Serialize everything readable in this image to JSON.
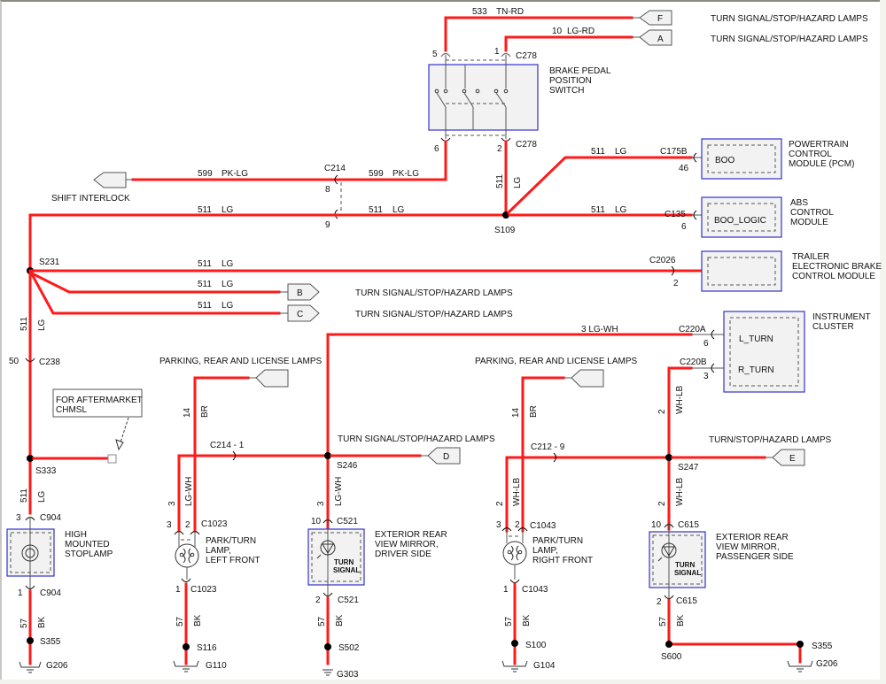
{
  "diagram": {
    "connector_flags": {
      "F": {
        "letter": "F",
        "label": "TURN SIGNAL/STOP/HAZARD LAMPS"
      },
      "A": {
        "letter": "A",
        "label": "TURN SIGNAL/STOP/HAZARD LAMPS"
      },
      "B": {
        "letter": "B",
        "label": "TURN SIGNAL/STOP/HAZARD LAMPS"
      },
      "C": {
        "letter": "C",
        "label": "TURN SIGNAL/STOP/HAZARD LAMPS"
      },
      "D": {
        "letter": "D",
        "label": "TURN SIGNAL/STOP/HAZARD LAMPS"
      },
      "E": {
        "letter": "E",
        "label": "TURN/STOP/HAZARD LAMPS"
      },
      "shift": {
        "label": "SHIFT INTERLOCK"
      },
      "park_left": {
        "label": "PARKING, REAR AND LICENSE LAMPS"
      },
      "park_right": {
        "label": "PARKING, REAR AND LICENSE LAMPS"
      }
    },
    "wires": {
      "w533": {
        "circuit": "533",
        "color": "TN-RD"
      },
      "w10": {
        "circuit": "10",
        "color": "LG-RD"
      },
      "w599a": {
        "circuit": "599",
        "color": "PK-LG"
      },
      "w599b": {
        "circuit": "599",
        "color": "PK-LG"
      },
      "w511_main_left": {
        "circuit": "511",
        "color": "LG"
      },
      "w511_main_right": {
        "circuit": "511",
        "color": "LG"
      },
      "w511_pcm": {
        "circuit": "511",
        "color": "LG"
      },
      "w511_abs": {
        "circuit": "511",
        "color": "LG"
      },
      "w511_vert": {
        "circuit": "511",
        "color": "LG"
      },
      "w511_trailer": {
        "circuit": "511",
        "color": "LG"
      },
      "w511_b": {
        "circuit": "511",
        "color": "LG"
      },
      "w511_c": {
        "circuit": "511",
        "color": "LG"
      },
      "w511_left_upper": {
        "circuit": "511",
        "color": "LG"
      },
      "w511_left_lower": {
        "circuit": "511",
        "color": "LG"
      },
      "w3_lgwh": {
        "label": "3 LG-WH"
      },
      "w14_left": {
        "circuit": "14",
        "color": "BR"
      },
      "w14_right": {
        "circuit": "14",
        "color": "BR"
      },
      "w3_left_lamp": {
        "circuit": "3",
        "color": "LG-WH"
      },
      "w3_mirror": {
        "circuit": "3",
        "color": "LG-WH"
      },
      "w2_right_lamp": {
        "circuit": "2",
        "color": "WH-LB"
      },
      "w2_cluster": {
        "circuit": "2",
        "color": "WH-LB"
      },
      "w2_mirror": {
        "circuit": "2",
        "color": "WH-LB"
      },
      "w57_hmsl": {
        "circuit": "57",
        "color": "BK"
      },
      "w57_left": {
        "circuit": "57",
        "color": "BK"
      },
      "w57_mirror_l": {
        "circuit": "57",
        "color": "BK"
      },
      "w57_right": {
        "circuit": "57",
        "color": "BK"
      },
      "w57_mirror_r": {
        "circuit": "57",
        "color": "BK"
      }
    },
    "connectors": {
      "c278_top": {
        "name": "C278",
        "pin5": "5",
        "pin1": "1"
      },
      "c278_bot": {
        "name": "C278",
        "pin6": "6",
        "pin2": "2"
      },
      "c214": {
        "name": "C214",
        "pin8": "8",
        "pin9": "9"
      },
      "c175b": {
        "name": "C175B",
        "pin": "46"
      },
      "c135": {
        "name": "C135",
        "pin": "6"
      },
      "c2026": {
        "name": "C2026",
        "pin": "2"
      },
      "c238": {
        "name": "C238",
        "pin": "50"
      },
      "c904_top": {
        "name": "C904",
        "pin": "3"
      },
      "c904_bot": {
        "name": "C904",
        "pin": "1"
      },
      "c214_1": {
        "name": "C214 -  1"
      },
      "c212_9": {
        "name": "C212 -  9"
      },
      "c1023_top": {
        "name": "C1023",
        "pin3": "3",
        "pin2": "2"
      },
      "c1023_bot": {
        "name": "C1023",
        "pin": "1"
      },
      "c521_top": {
        "name": "C521",
        "pin": "10"
      },
      "c521_bot": {
        "name": "C521",
        "pin": "2"
      },
      "c1043_top": {
        "name": "C1043",
        "pin3": "3",
        "pin2": "2"
      },
      "c1043_bot": {
        "name": "C1043",
        "pin": "1"
      },
      "c615_top": {
        "name": "C615",
        "pin": "10"
      },
      "c615_bot": {
        "name": "C615",
        "pin": "2"
      },
      "c220a": {
        "name": "C220A",
        "pin": "6"
      },
      "c220b": {
        "name": "C220B",
        "pin": "3"
      }
    },
    "splices": {
      "s109": "S109",
      "s231": "S231",
      "s333": "S333",
      "s355_left": "S355",
      "s246": "S246",
      "s247": "S247",
      "s116": "S116",
      "s502": "S502",
      "s100": "S100",
      "s600": "S600",
      "s355_right": "S355"
    },
    "grounds": {
      "g206_left": "G206",
      "g110": "G110",
      "g303": "G303",
      "g104": "G104",
      "g206_right": "G206"
    },
    "components": {
      "brake_switch": {
        "line1": "BRAKE PEDAL",
        "line2": "POSITION",
        "line3": "SWITCH"
      },
      "pcm": {
        "line1": "POWERTRAIN",
        "line2": "CONTROL",
        "line3": "MODULE (PCM)",
        "pin_label": "BOO"
      },
      "abs": {
        "line1": "ABS",
        "line2": "CONTROL",
        "line3": "MODULE",
        "pin_label": "BOO_LOGIC"
      },
      "trailer": {
        "line1": "TRAILER",
        "line2": "ELECTRONIC BRAKE",
        "line3": "CONTROL MODULE"
      },
      "cluster": {
        "line1": "INSTRUMENT",
        "line2": "CLUSTER",
        "pin_a": "L_TURN",
        "pin_b": "R_TURN"
      },
      "hmsl": {
        "line1": "HIGH",
        "line2": "MOUNTED",
        "line3": "STOPLAMP"
      },
      "lamp_left": {
        "line1": "PARK/TURN",
        "line2": "LAMP,",
        "line3": "LEFT FRONT"
      },
      "lamp_right": {
        "line1": "PARK/TURN",
        "line2": "LAMP,",
        "line3": "RIGHT FRONT"
      },
      "mirror_left": {
        "line1": "EXTERIOR REAR",
        "line2": "VIEW MIRROR,",
        "line3": "DRIVER SIDE",
        "inner1": "TURN",
        "inner2": "SIGNAL"
      },
      "mirror_right": {
        "line1": "EXTERIOR REAR",
        "line2": "VIEW MIRROR,",
        "line3": "PASSENGER SIDE",
        "inner1": "TURN",
        "inner2": "SIGNAL"
      }
    },
    "notes": {
      "chmsl": {
        "line1": "FOR AFTERMARKET",
        "line2": "CHMSL"
      }
    }
  }
}
